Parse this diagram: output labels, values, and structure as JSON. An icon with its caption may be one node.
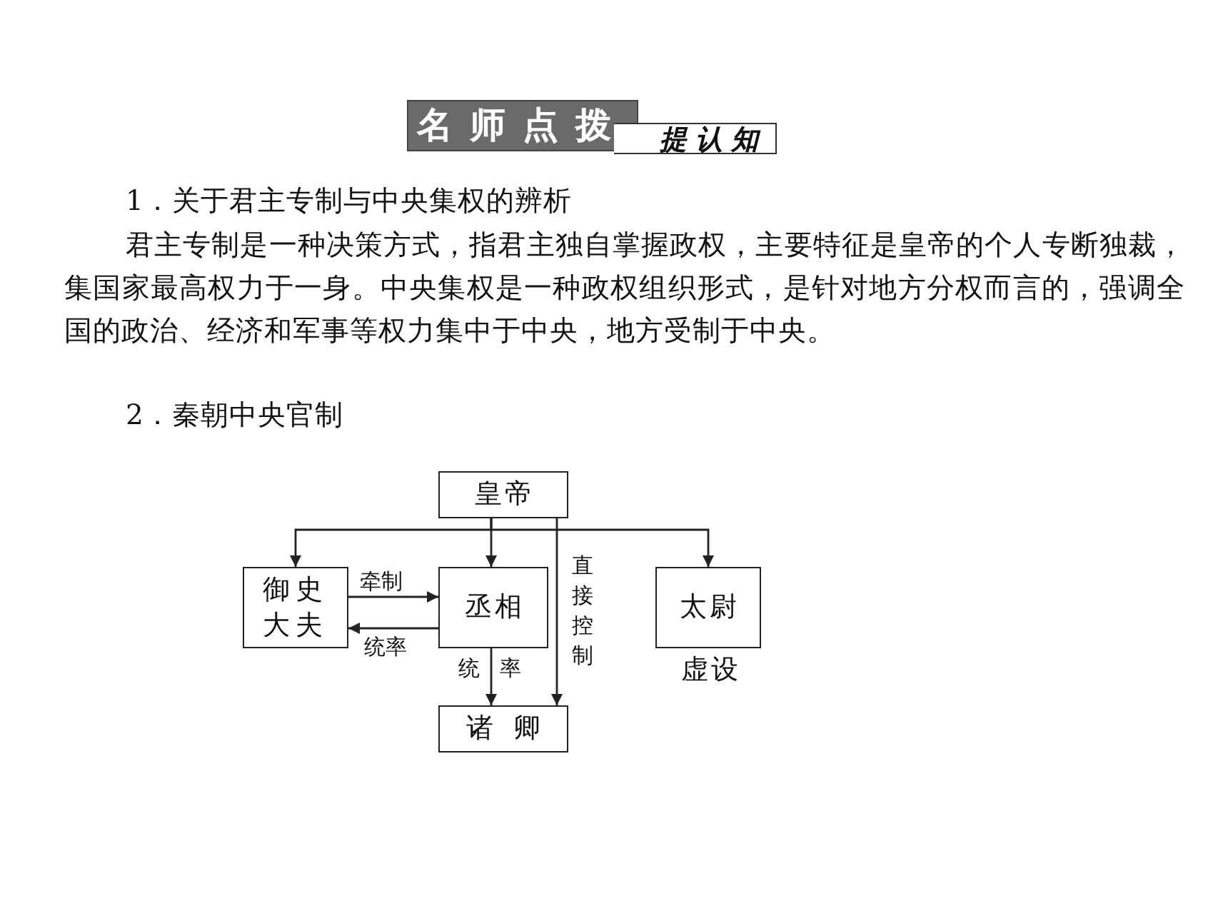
{
  "diagram": {
    "title": "名师点拨",
    "labels": [
      "提认知",
      "1．关于君主专制与中央集权的辨析",
      "君主专制是一种决策方式，指君主独自掌握政权，主要特征是皇帝的个人专断独裁，集国家最高权力于一身。中央集权是一种政权组织形式，是针对地方分权而言的，强调全国的政治、经济和军事等权力集中于中央，地方受制于中央。",
      "2．秦朝中央官制"
    ],
    "nodes": [
      {
        "text": [
          "皇帝"
        ]
      },
      {
        "text": [
          "御史大夫"
        ]
      },
      {
        "text": [
          "丞相"
        ]
      },
      {
        "text": [
          "太尉"
        ],
        "beside": [
          "虚设"
        ]
      },
      {
        "text": [
          "诸卿"
        ]
      }
    ],
    "edges": [
      {
        "from": 0,
        "to": 1,
        "arrow": "to"
      },
      {
        "from": 0,
        "to": 2,
        "arrow": "to"
      },
      {
        "from": 0,
        "to": 3,
        "arrow": "to"
      },
      {
        "from": 1,
        "to": 2,
        "arrow": "to",
        "label": "牵制"
      },
      {
        "from": 2,
        "to": 1,
        "arrow": "to",
        "label": "统率"
      },
      {
        "from": 2,
        "to": 4,
        "arrow": "to",
        "label": "统率"
      },
      {
        "from": 0,
        "to": 4,
        "arrow": "to",
        "label": "直接控制"
      }
    ]
  }
}
